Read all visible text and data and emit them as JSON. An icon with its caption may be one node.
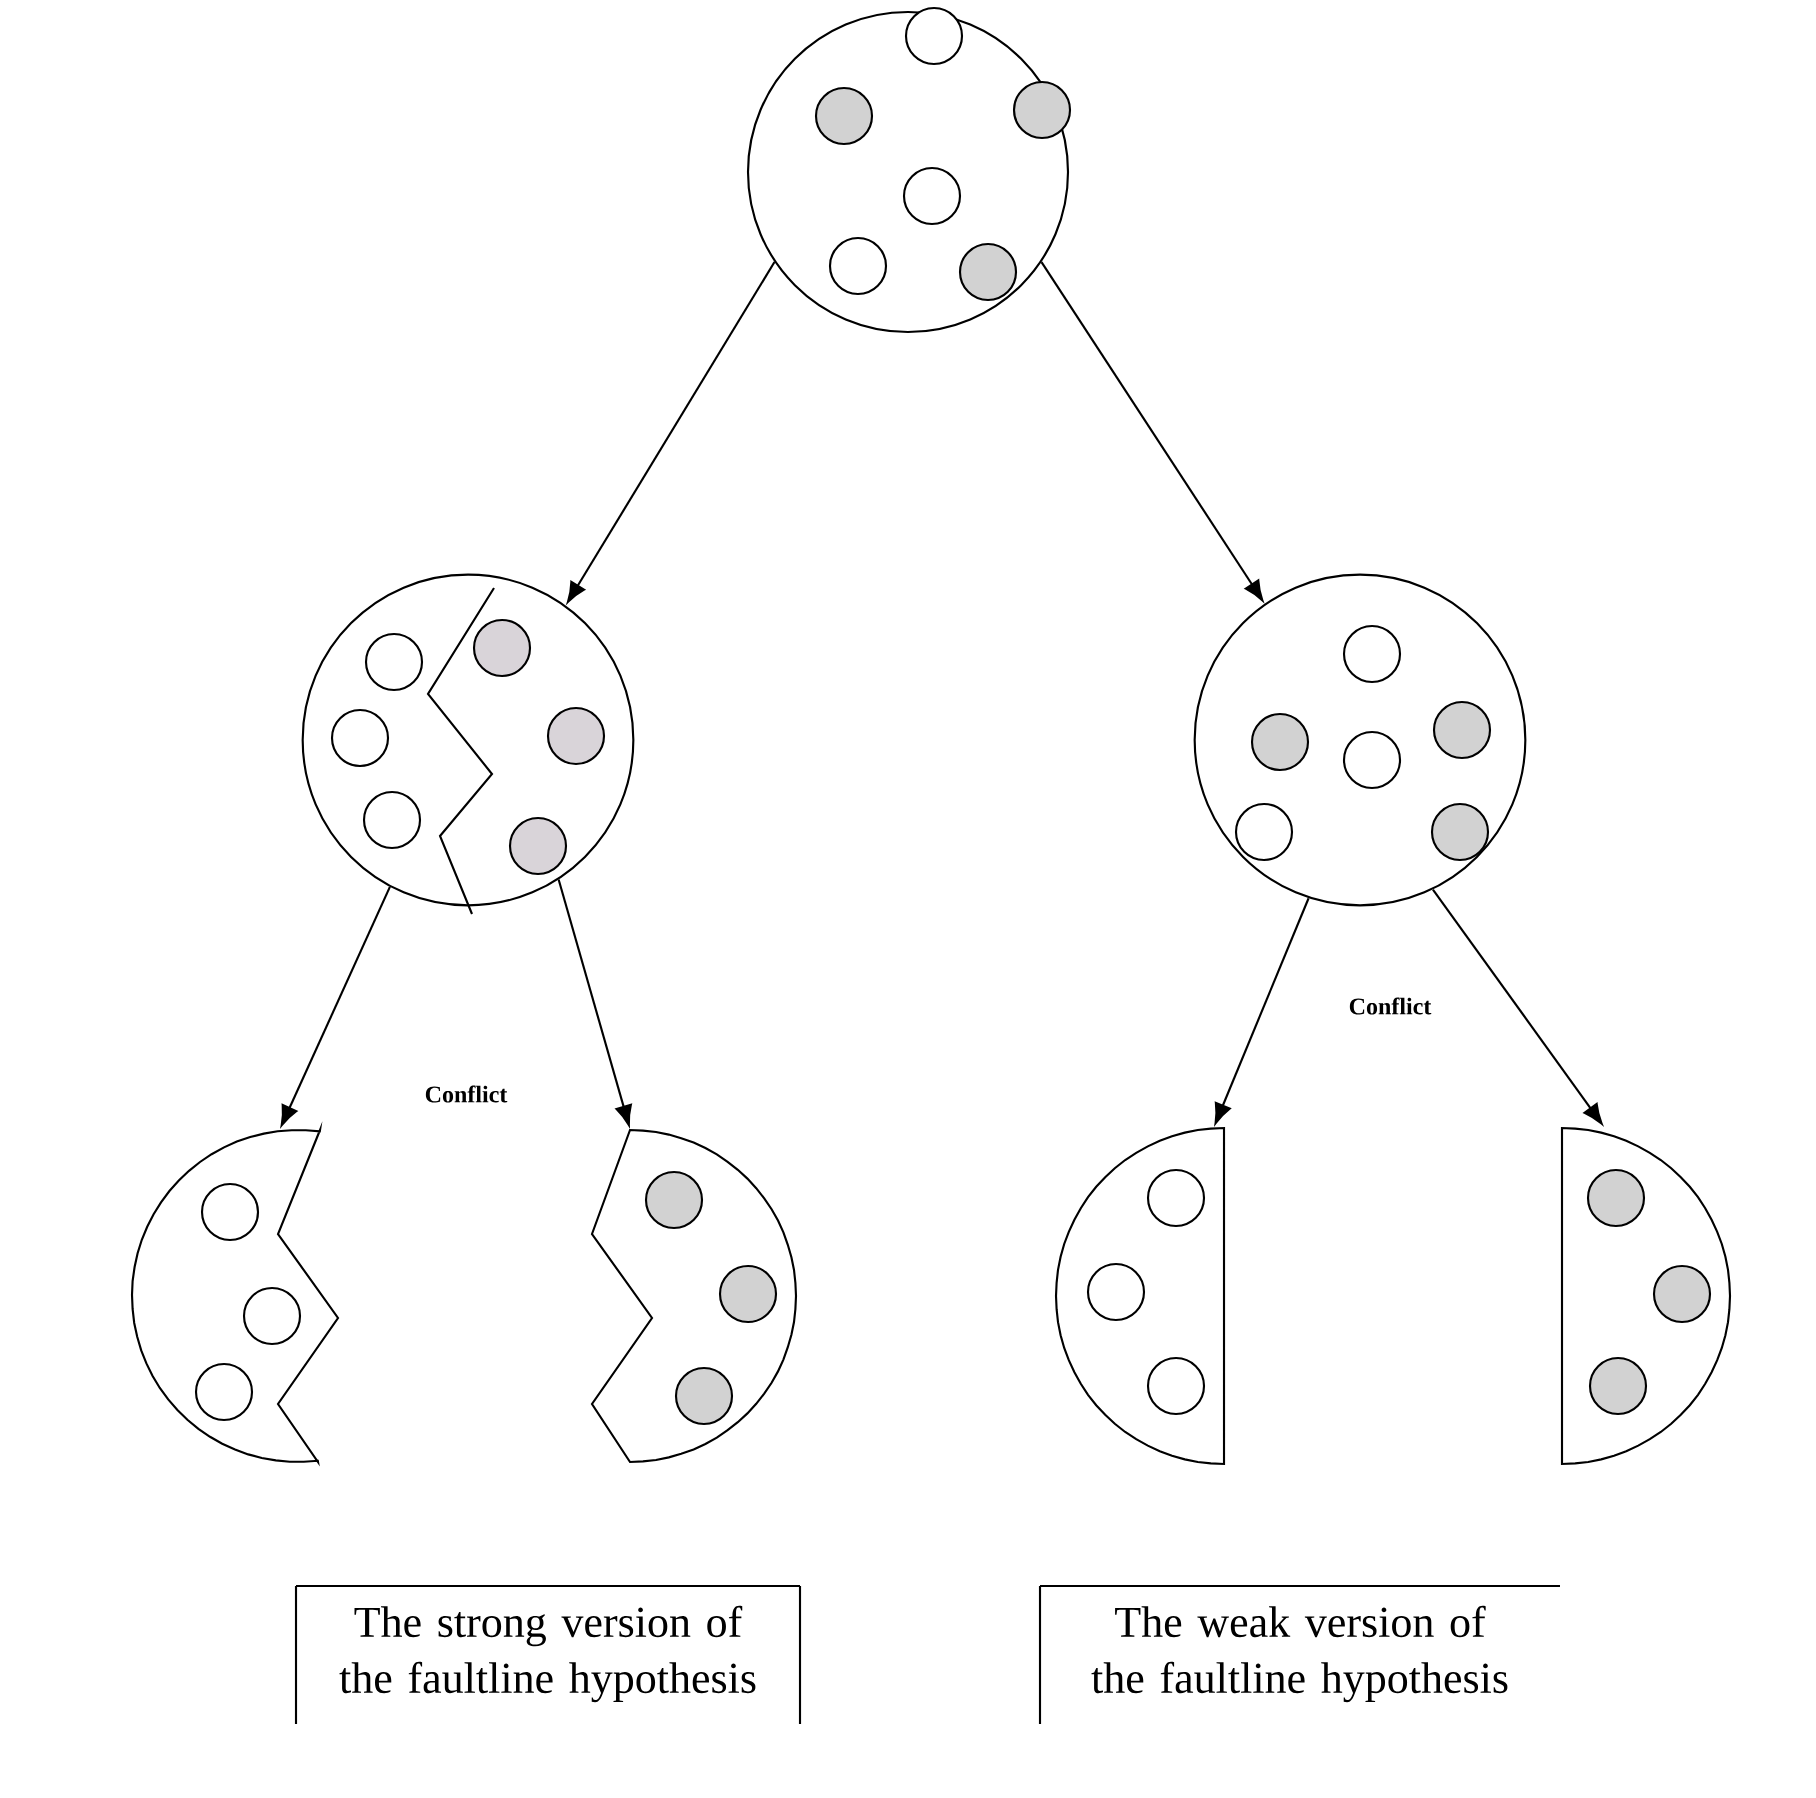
{
  "diagram": {
    "nodes": [
      {
        "text": [],
        "shape": "circle"
      },
      {
        "text": [],
        "shape": "circle"
      },
      {
        "text": [],
        "shape": "circle"
      },
      {
        "text": [],
        "shape": "semicircle"
      },
      {
        "text": [],
        "shape": "semicircle"
      },
      {
        "text": [],
        "shape": "semicircle"
      },
      {
        "text": [],
        "shape": "semicircle"
      },
      {
        "text": [
          "The strong version of the faultline hypothesis"
        ]
      },
      {
        "text": [
          "The weak version of the faultline hypothesis"
        ]
      }
    ],
    "edges": [
      {
        "from": 0,
        "to": 1,
        "arrow": "to"
      },
      {
        "from": 0,
        "to": 2,
        "arrow": "to"
      },
      {
        "from": 1,
        "to": 3,
        "arrow": "to"
      },
      {
        "from": 1,
        "to": 4,
        "arrow": "to"
      },
      {
        "from": 2,
        "to": 5,
        "arrow": "to"
      },
      {
        "from": 2,
        "to": 6,
        "arrow": "to"
      }
    ],
    "labels": [
      "Conflict",
      "Conflict"
    ]
  }
}
